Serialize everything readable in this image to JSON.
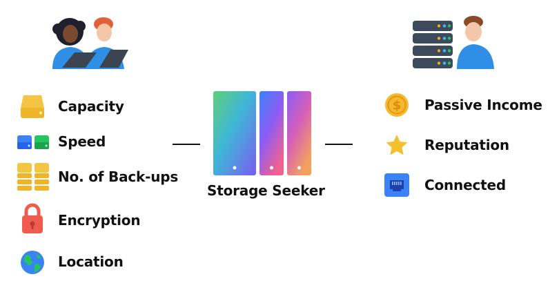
{
  "left_features": [
    {
      "label": "Capacity",
      "icon": "hard-drive-icon"
    },
    {
      "label": "Speed",
      "icon": "drives-icon"
    },
    {
      "label": "No. of Back-ups",
      "icon": "stacked-drives-icon"
    },
    {
      "label": "Encryption",
      "icon": "lock-icon"
    },
    {
      "label": "Location",
      "icon": "globe-icon"
    }
  ],
  "center": {
    "title": "Storage Seeker",
    "icon": "server-tower-icon"
  },
  "right_features": [
    {
      "label": "Passive Income",
      "icon": "dollar-coin-icon"
    },
    {
      "label": "Reputation",
      "icon": "star-icon"
    },
    {
      "label": "Connected",
      "icon": "ethernet-port-icon"
    }
  ],
  "people": {
    "left": "users-with-laptops-icon",
    "right": "server-provider-icon"
  },
  "colors": {
    "text": "#111111",
    "capacity": "#f4c542",
    "speed_blue": "#3b82f6",
    "speed_green": "#22c55e",
    "lock": "#ef5b4f",
    "coin": "#f5b82e",
    "star": "#f5c02e",
    "port": "#3b82f6",
    "shirt": "#2f8fe6",
    "server": "#3c4a5c"
  }
}
